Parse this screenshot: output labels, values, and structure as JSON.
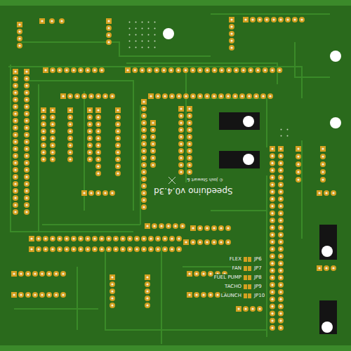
{
  "diagram": {
    "labels": [
      "Speeduino v0.4.3d",
      "© Josh Stewart &",
      "FLEX",
      "JP6",
      "FAN",
      "JP7",
      "FUEL PUMP",
      "JP8",
      "TACHO",
      "JP9",
      "LAUNCH",
      "JP10"
    ]
  }
}
